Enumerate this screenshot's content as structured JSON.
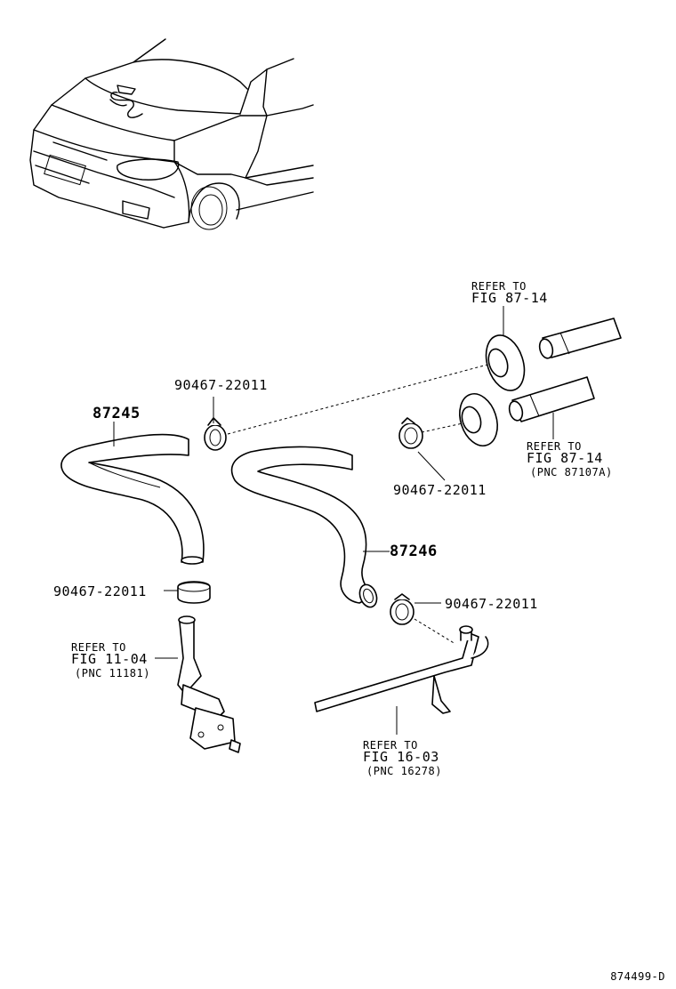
{
  "labels": {
    "hose_left": "87245",
    "hose_right": "87246",
    "clamp_top_left": "90467-22011",
    "clamp_left_lower": "90467-22011",
    "clamp_mid": "90467-22011",
    "clamp_right_lower": "90467-22011"
  },
  "refers": {
    "top": {
      "line1": "REFER TO",
      "line2": "FIG 87-14"
    },
    "right": {
      "line1": "REFER TO",
      "line2": "FIG 87-14",
      "line3": "(PNC 87107A)"
    },
    "left": {
      "line1": "REFER TO",
      "line2": "FIG 11-04",
      "line3": "(PNC 11181)"
    },
    "bottom": {
      "line1": "REFER TO",
      "line2": "FIG 16-03",
      "line3": "(PNC 16278)"
    }
  },
  "footer": {
    "code": "874499-D"
  }
}
